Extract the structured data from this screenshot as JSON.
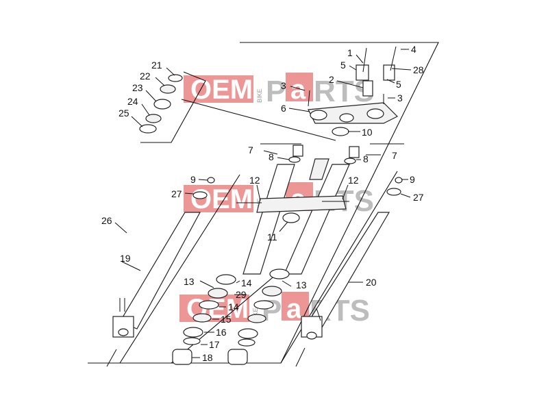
{
  "watermark": {
    "oem": "OEM",
    "bike": "BIKE",
    "parts_1": "P",
    "parts_2": "a",
    "parts_3": "RTS",
    "color_red": "#e57373",
    "color_gray": "#bdbdbd"
  },
  "callouts": [
    {
      "id": "c1",
      "text": "1"
    },
    {
      "id": "c2",
      "text": "2"
    },
    {
      "id": "c3a",
      "text": "3"
    },
    {
      "id": "c3b",
      "text": "3"
    },
    {
      "id": "c4",
      "text": "4"
    },
    {
      "id": "c5a",
      "text": "5"
    },
    {
      "id": "c5b",
      "text": "5"
    },
    {
      "id": "c6",
      "text": "6"
    },
    {
      "id": "c7a",
      "text": "7"
    },
    {
      "id": "c7b",
      "text": "7"
    },
    {
      "id": "c8a",
      "text": "8"
    },
    {
      "id": "c8b",
      "text": "8"
    },
    {
      "id": "c9a",
      "text": "9"
    },
    {
      "id": "c9b",
      "text": "9"
    },
    {
      "id": "c10",
      "text": "10"
    },
    {
      "id": "c11",
      "text": "11"
    },
    {
      "id": "c12a",
      "text": "12"
    },
    {
      "id": "c12b",
      "text": "12"
    },
    {
      "id": "c13a",
      "text": "13"
    },
    {
      "id": "c13b",
      "text": "13"
    },
    {
      "id": "c14a",
      "text": "14"
    },
    {
      "id": "c14b",
      "text": "14"
    },
    {
      "id": "c15",
      "text": "15"
    },
    {
      "id": "c16",
      "text": "16"
    },
    {
      "id": "c17",
      "text": "17"
    },
    {
      "id": "c18",
      "text": "18"
    },
    {
      "id": "c19",
      "text": "19"
    },
    {
      "id": "c20",
      "text": "20"
    },
    {
      "id": "c21",
      "text": "21"
    },
    {
      "id": "c22",
      "text": "22"
    },
    {
      "id": "c23",
      "text": "23"
    },
    {
      "id": "c24",
      "text": "24"
    },
    {
      "id": "c25",
      "text": "25"
    },
    {
      "id": "c26",
      "text": "26"
    },
    {
      "id": "c27a",
      "text": "27"
    },
    {
      "id": "c27b",
      "text": "27"
    },
    {
      "id": "c28",
      "text": "28"
    },
    {
      "id": "c29",
      "text": "29"
    }
  ]
}
